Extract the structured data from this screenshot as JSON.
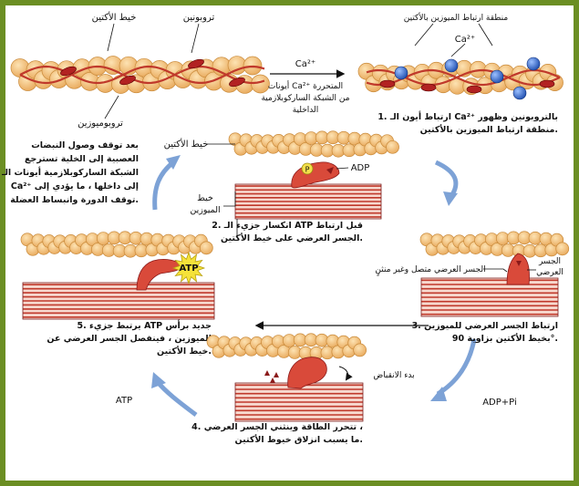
{
  "labels": {
    "actin_filament": "خيط الأكتين",
    "troponin": "تروبونين",
    "tropomyosin": "تروبوميوزين",
    "binding_site": "منطقة ارتباط الميوزين بالأكتين",
    "ca_ion": "Ca²⁺",
    "ca_arrow_top": "Ca²⁺",
    "ca_arrow_line1": "أيونات Ca²⁺ المتحررة",
    "ca_arrow_line2": "من الشبكة الساركوبلازمية",
    "ca_arrow_line3": "الداخلية",
    "actin_filament_2": "خيط الأكتين",
    "adp": "ADP",
    "phosphate": "P",
    "myosin_filament_line1": "خيط",
    "myosin_filament_line2": "الميوزين",
    "crossbridge_line1": "الجسر",
    "crossbridge_line2": "العرضي",
    "crossbridge_attached": "الجسر العرضي متصل وغير منثنٍ",
    "atp": "ATP",
    "contraction_start": "بدء الانقباض",
    "adp_pi": "ADP+Pi",
    "atp_left": "ATP"
  },
  "captions": {
    "step1_line1": "1. ارتباط أيون الـ Ca²⁺ بالتروبونين وظهور",
    "step1_line2": "منطقة ارتباط الميوزين بالأكتين.",
    "step2_line1": "2. انكسار جزيء الـ ATP قبل ارتباط",
    "step2_line2": "الجسر العرضي على خيط الأكتين.",
    "step3_line1": "3. ارتباط الجسر العرضي للميوزين",
    "step3_line2": "بخيط الأكتين بزاوية 90°.",
    "step4_line1": "4. تتحرر الطاقة وينثني الجسر العرضي ،",
    "step4_line2": "ما يسبب انزلاق خيوط الأكتين.",
    "step5_line1": "5. يرتبط جزيء ATP جديد برأس",
    "step5_line2": "الميوزين ، فينفصل الجسر العرضي عن",
    "step5_line3": "خيط الأكتين.",
    "relax_line1": "بعد توقف وصول النبضات",
    "relax_line2": "العصبية إلى الخلية تسترجع",
    "relax_line3": "الشبكة الساركوبلازمية أيونات الـ",
    "relax_line4": "Ca²⁺ إلى داخلها ، ما يؤدي إلى",
    "relax_line5": "توقف الدورة وانبساط العضلة."
  },
  "colors": {
    "frame": "#6b8e23",
    "actin_bead": "#f2c27a",
    "actin_edge": "#c98a3a",
    "tropomyosin": "#c0392b",
    "troponin": "#b22222",
    "myosin_stripe": "#c0392b",
    "ca_ball": "#3a6fd8",
    "arrow_blue": "#7da2d6",
    "star": "#f5e23a"
  }
}
